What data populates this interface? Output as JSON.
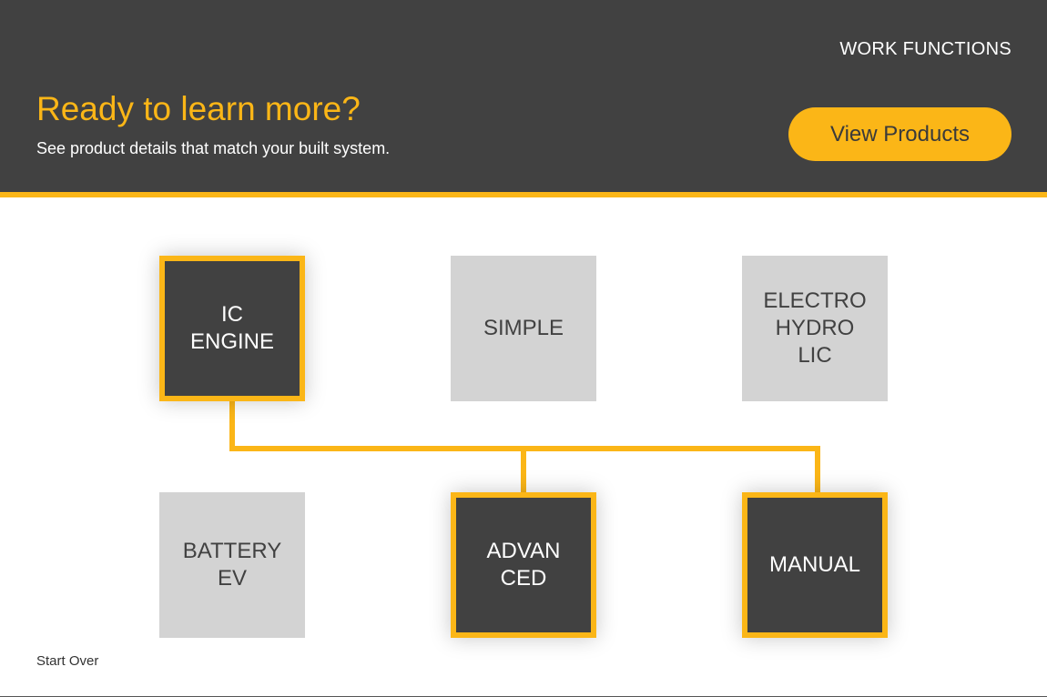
{
  "header": {
    "section_title": "WORK FUNCTIONS",
    "headline": "Ready to learn more?",
    "subhead": "See product details that match your built system.",
    "cta_label": "View Products"
  },
  "tiles": [
    {
      "label": "IC\nENGINE",
      "selected": true
    },
    {
      "label": "SIMPLE",
      "selected": false
    },
    {
      "label": "ELECTRO\nHYDRO\nLIC",
      "selected": false
    },
    {
      "label": "BATTERY\nEV",
      "selected": false
    },
    {
      "label": "ADVAN\nCED",
      "selected": true
    },
    {
      "label": "MANUAL",
      "selected": true
    }
  ],
  "footer": {
    "start_over": "Start Over"
  },
  "colors": {
    "accent": "#fbb617",
    "dark": "#414141",
    "inactive_tile": "#d3d3d3"
  }
}
